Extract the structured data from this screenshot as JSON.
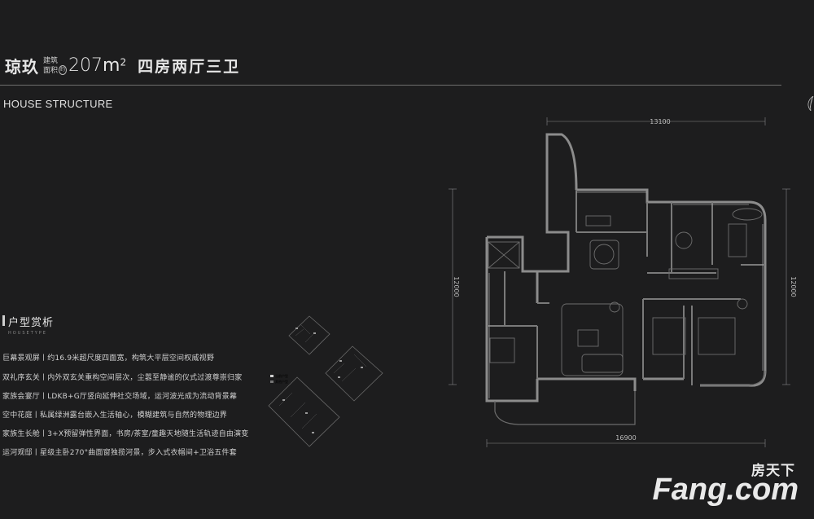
{
  "header": {
    "name": "琼玖",
    "meta_line1": "建筑",
    "meta_line2": "面积",
    "meta_about": "约",
    "area": "207",
    "area_unit": "m",
    "area_sup": "2",
    "layout": "四房两厅三卫",
    "subtitle": "HOUSE STRUCTURE"
  },
  "dimensions": {
    "top": "13100",
    "bottom": "16900",
    "left": "12000",
    "right": "12000"
  },
  "analysis": {
    "title": "户型赏析",
    "subtitle": "HOUSETYPE",
    "features": [
      "巨幕景观屏丨约16.9米超尺度四面宽，构筑大平层空间权威视野",
      "双礼序玄关丨内外双玄关重构空间层次，尘嚣至静谧的仪式过渡尊崇归家",
      "家族会宴厅丨LDKB+G厅竖向延伸社交场域，运河波光成为流动背景幕",
      "空中花庭丨私属绿洲露台嵌入生活轴心，模糊建筑与自然的物理边界",
      "家族生长舱丨3+X预留弹性界面，书房/茶室/童趣天地随生活轨迹自由演变",
      "运河观邸丨星级主卧270°曲面窗独揽河景，步入式衣帽间+卫浴五件套"
    ]
  },
  "legend": {
    "item1": "当前户型",
    "item2": "其他户型"
  },
  "watermark": {
    "cn": "房天下",
    "en": "Fang.com"
  },
  "colors": {
    "background": "#1d1d1e",
    "wall": "#8a8a8a",
    "text": "#d8d8d8"
  }
}
